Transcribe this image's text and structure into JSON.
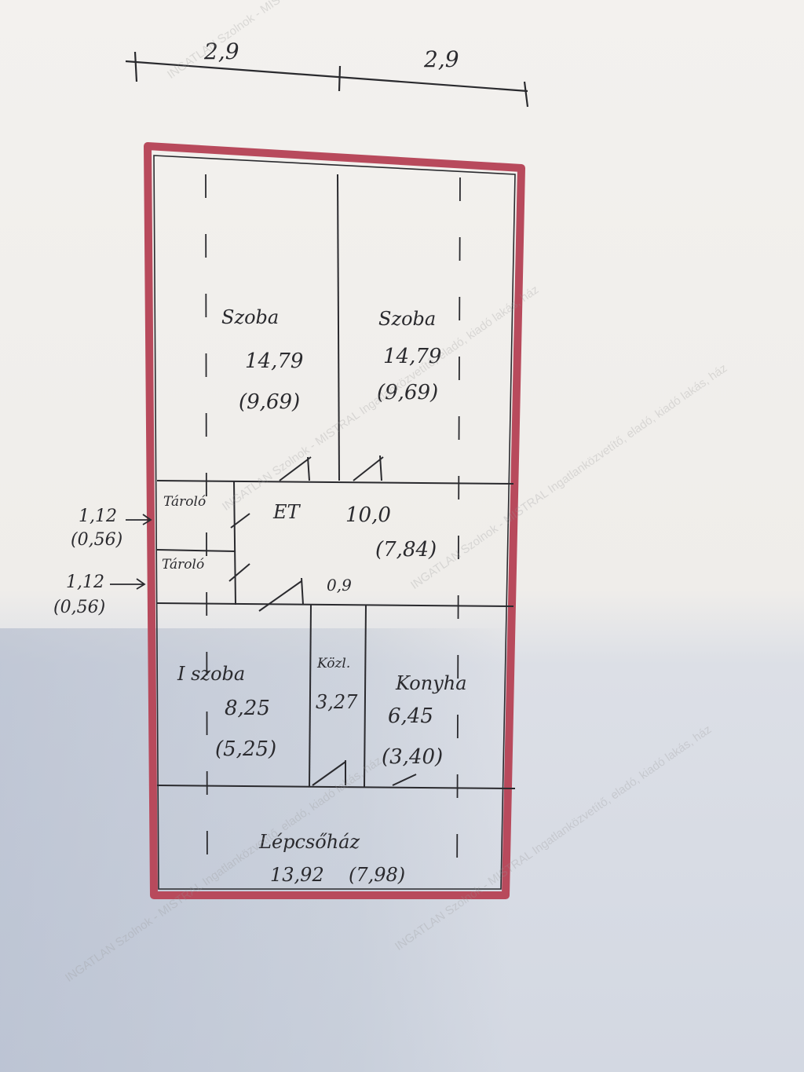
{
  "dimensions": {
    "left_width": "2,9",
    "right_width": "2,9"
  },
  "rooms": [
    {
      "id": "szoba1",
      "name": "Szoba",
      "area": "14,79",
      "sub": "(9,69)"
    },
    {
      "id": "szoba2",
      "name": "Szoba",
      "area": "14,79",
      "sub": "(9,69)"
    },
    {
      "id": "et",
      "name": "ET",
      "area": "10,0",
      "sub": "(7,84)"
    },
    {
      "id": "tarolo1",
      "name": "Tároló",
      "side_area": "1,12",
      "side_sub": "(0,56)"
    },
    {
      "id": "tarolo2",
      "name": "Tároló",
      "side_area": "1,12",
      "side_sub": "(0,56)"
    },
    {
      "id": "door_label",
      "name": "0,9"
    },
    {
      "id": "iszoba",
      "name": "I szoba",
      "area": "8,25",
      "sub": "(5,25)"
    },
    {
      "id": "kozlekedo",
      "name": "Közl.",
      "area": "3,27"
    },
    {
      "id": "konyha",
      "name": "Konyha",
      "area": "6,45",
      "sub": "(3,40)"
    },
    {
      "id": "lepcsohaz",
      "name": "Lépcsőház",
      "area": "13,92",
      "sub": "(7,98)"
    }
  ],
  "watermark": "INGATLAN Szolnok - MISTRAL Ingatlanközvetítő, eladó, kiadó lakás, ház",
  "colors": {
    "wall": "#b84a5c",
    "ink": "#2a2a2e"
  }
}
